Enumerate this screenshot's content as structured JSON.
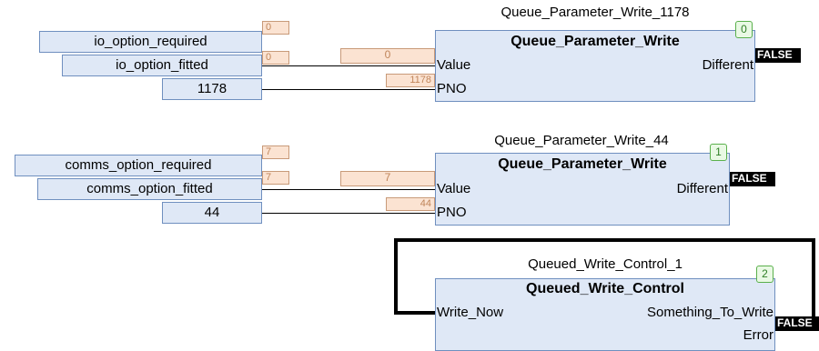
{
  "networks": [
    {
      "inputs": {
        "required": "io_option_required",
        "fitted": "io_option_fitted",
        "pno": "1178"
      },
      "monitors": {
        "required": "0",
        "fitted": "0",
        "value": "0",
        "pno": "1178"
      },
      "block": {
        "instance": "Queue_Parameter_Write_1178",
        "type": "Queue_Parameter_Write",
        "order": "0",
        "pin_value": "Value",
        "pin_pno": "PNO",
        "pin_out": "Different",
        "out_value": "FALSE"
      }
    },
    {
      "inputs": {
        "required": "comms_option_required",
        "fitted": "comms_option_fitted",
        "pno": "44"
      },
      "monitors": {
        "required": "7",
        "fitted": "7",
        "value": "7",
        "pno": "44"
      },
      "block": {
        "instance": "Queue_Parameter_Write_44",
        "type": "Queue_Parameter_Write",
        "order": "1",
        "pin_value": "Value",
        "pin_pno": "PNO",
        "pin_out": "Different",
        "out_value": "FALSE"
      }
    },
    {
      "block": {
        "instance": "Queued_Write_Control_1",
        "type": "Queued_Write_Control",
        "order": "2",
        "pin_in": "Write_Now",
        "pin_out1": "Something_To_Write",
        "pin_out2": "Error",
        "out_value": "FALSE"
      }
    }
  ]
}
